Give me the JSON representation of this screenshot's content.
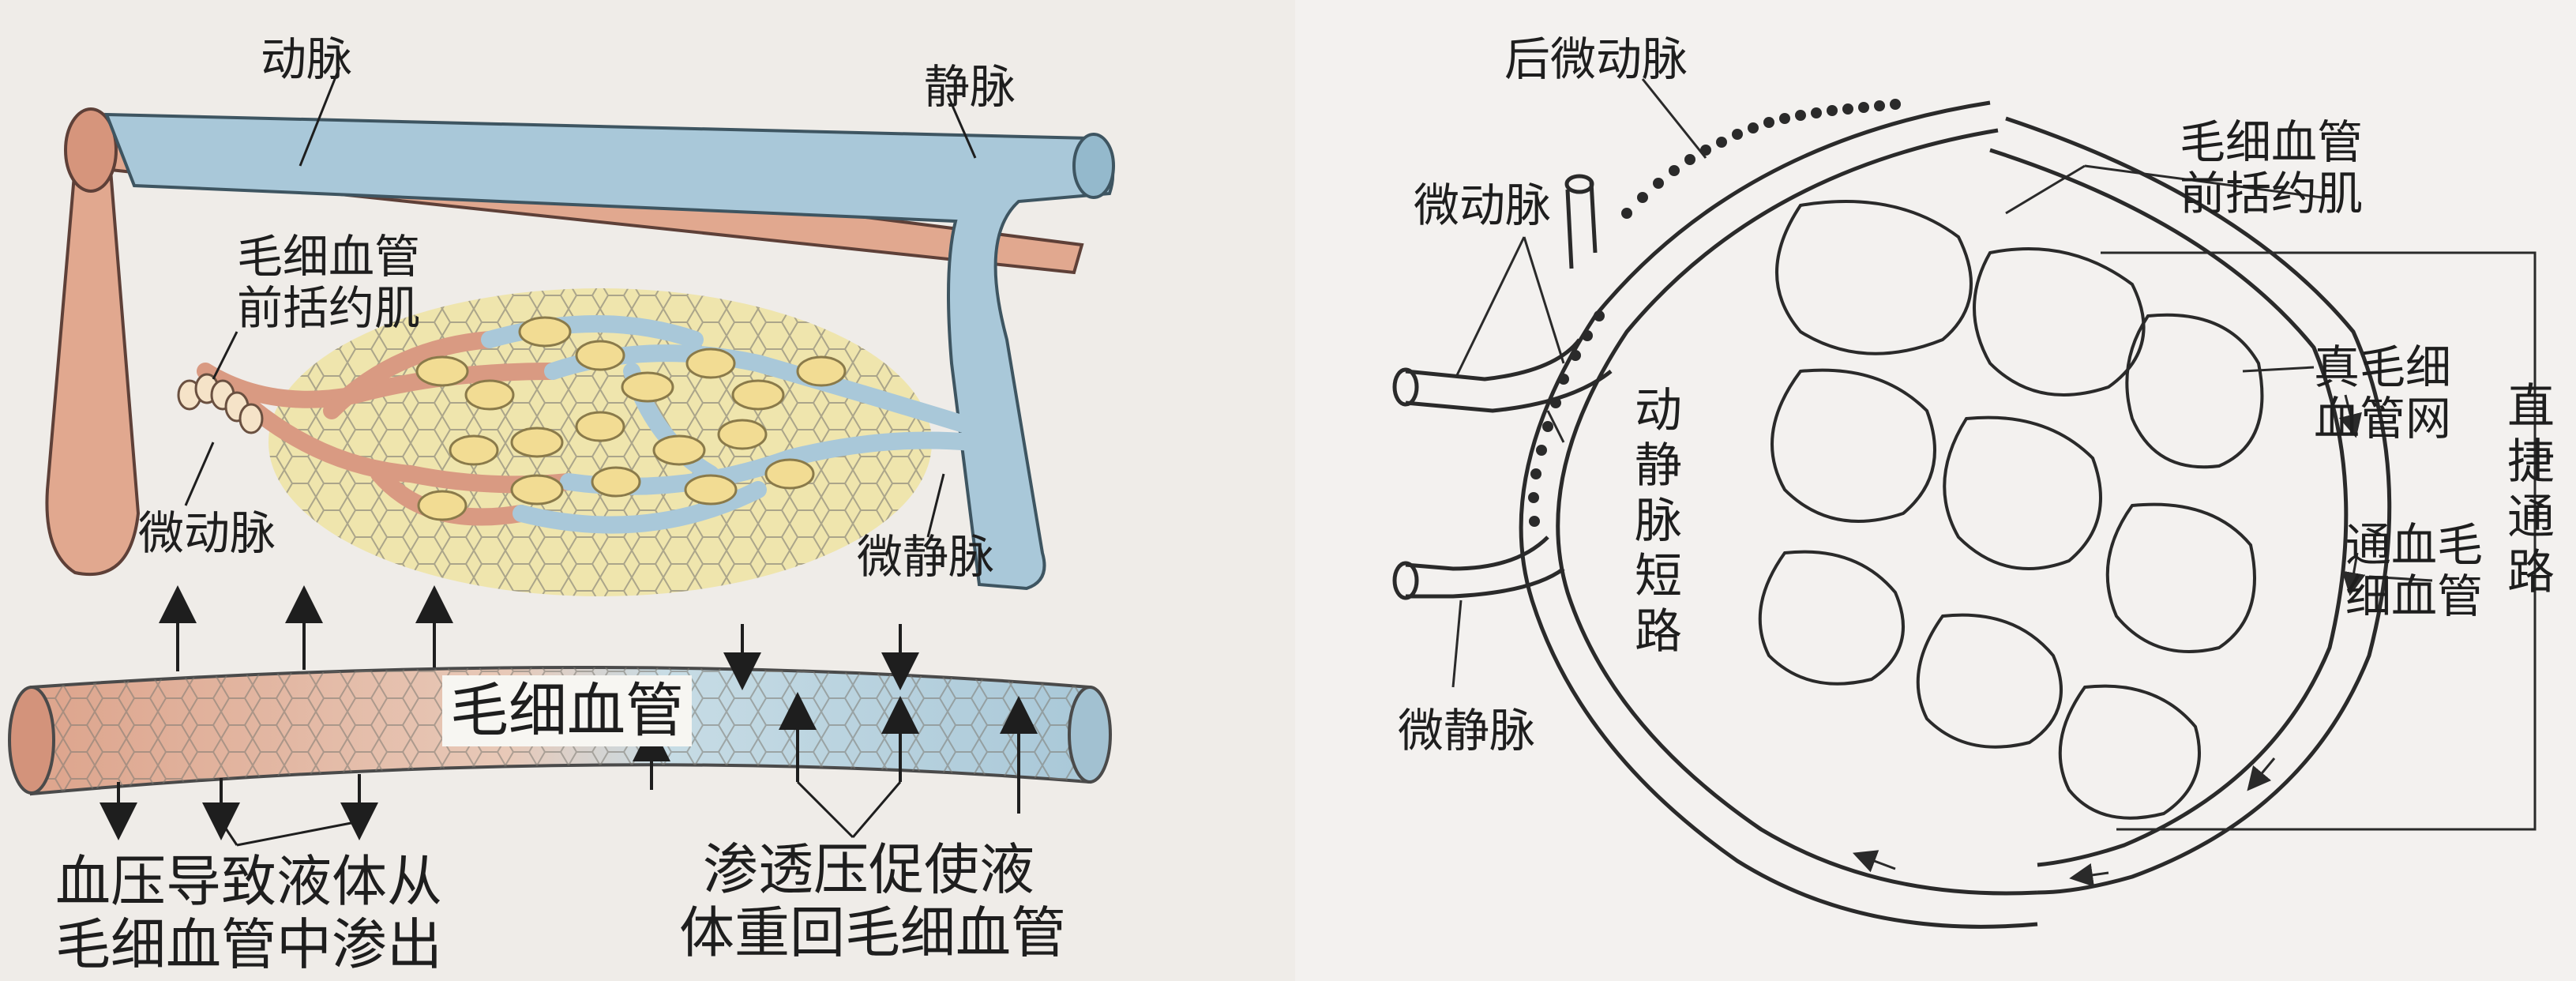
{
  "left_diagram": {
    "labels": {
      "artery": "动脉",
      "vein": "静脉",
      "precapillary_sphincter_line1": "毛细血管",
      "precapillary_sphincter_line2": "前括约肌",
      "arteriole": "微动脉",
      "venule": "微静脉",
      "capillary": "毛细血管",
      "bp_line1": "血压导致液体从",
      "bp_line2": "毛细血管中渗出",
      "osm_line1": "渗透压促使液",
      "osm_line2": "体重回毛细血管"
    },
    "colors": {
      "arterial": "#e3a891",
      "venous": "#a8c8d8",
      "tissue": "#efe4a0",
      "cells": "#f0dd95"
    }
  },
  "right_diagram": {
    "labels": {
      "metarteriole": "后微动脉",
      "precapillary_sphincter_line1": "毛细血管",
      "precapillary_sphincter_line2": "前括约肌",
      "arteriole": "微动脉",
      "av_shunt": "动静脉短路",
      "true_capillary_line1": "真毛细",
      "true_capillary_line2": "血管网",
      "thoroughfare_direct": "直捷通路",
      "thoroughfare_line1": "通血毛",
      "thoroughfare_line2": "细血管",
      "venule": "微静脉"
    }
  }
}
